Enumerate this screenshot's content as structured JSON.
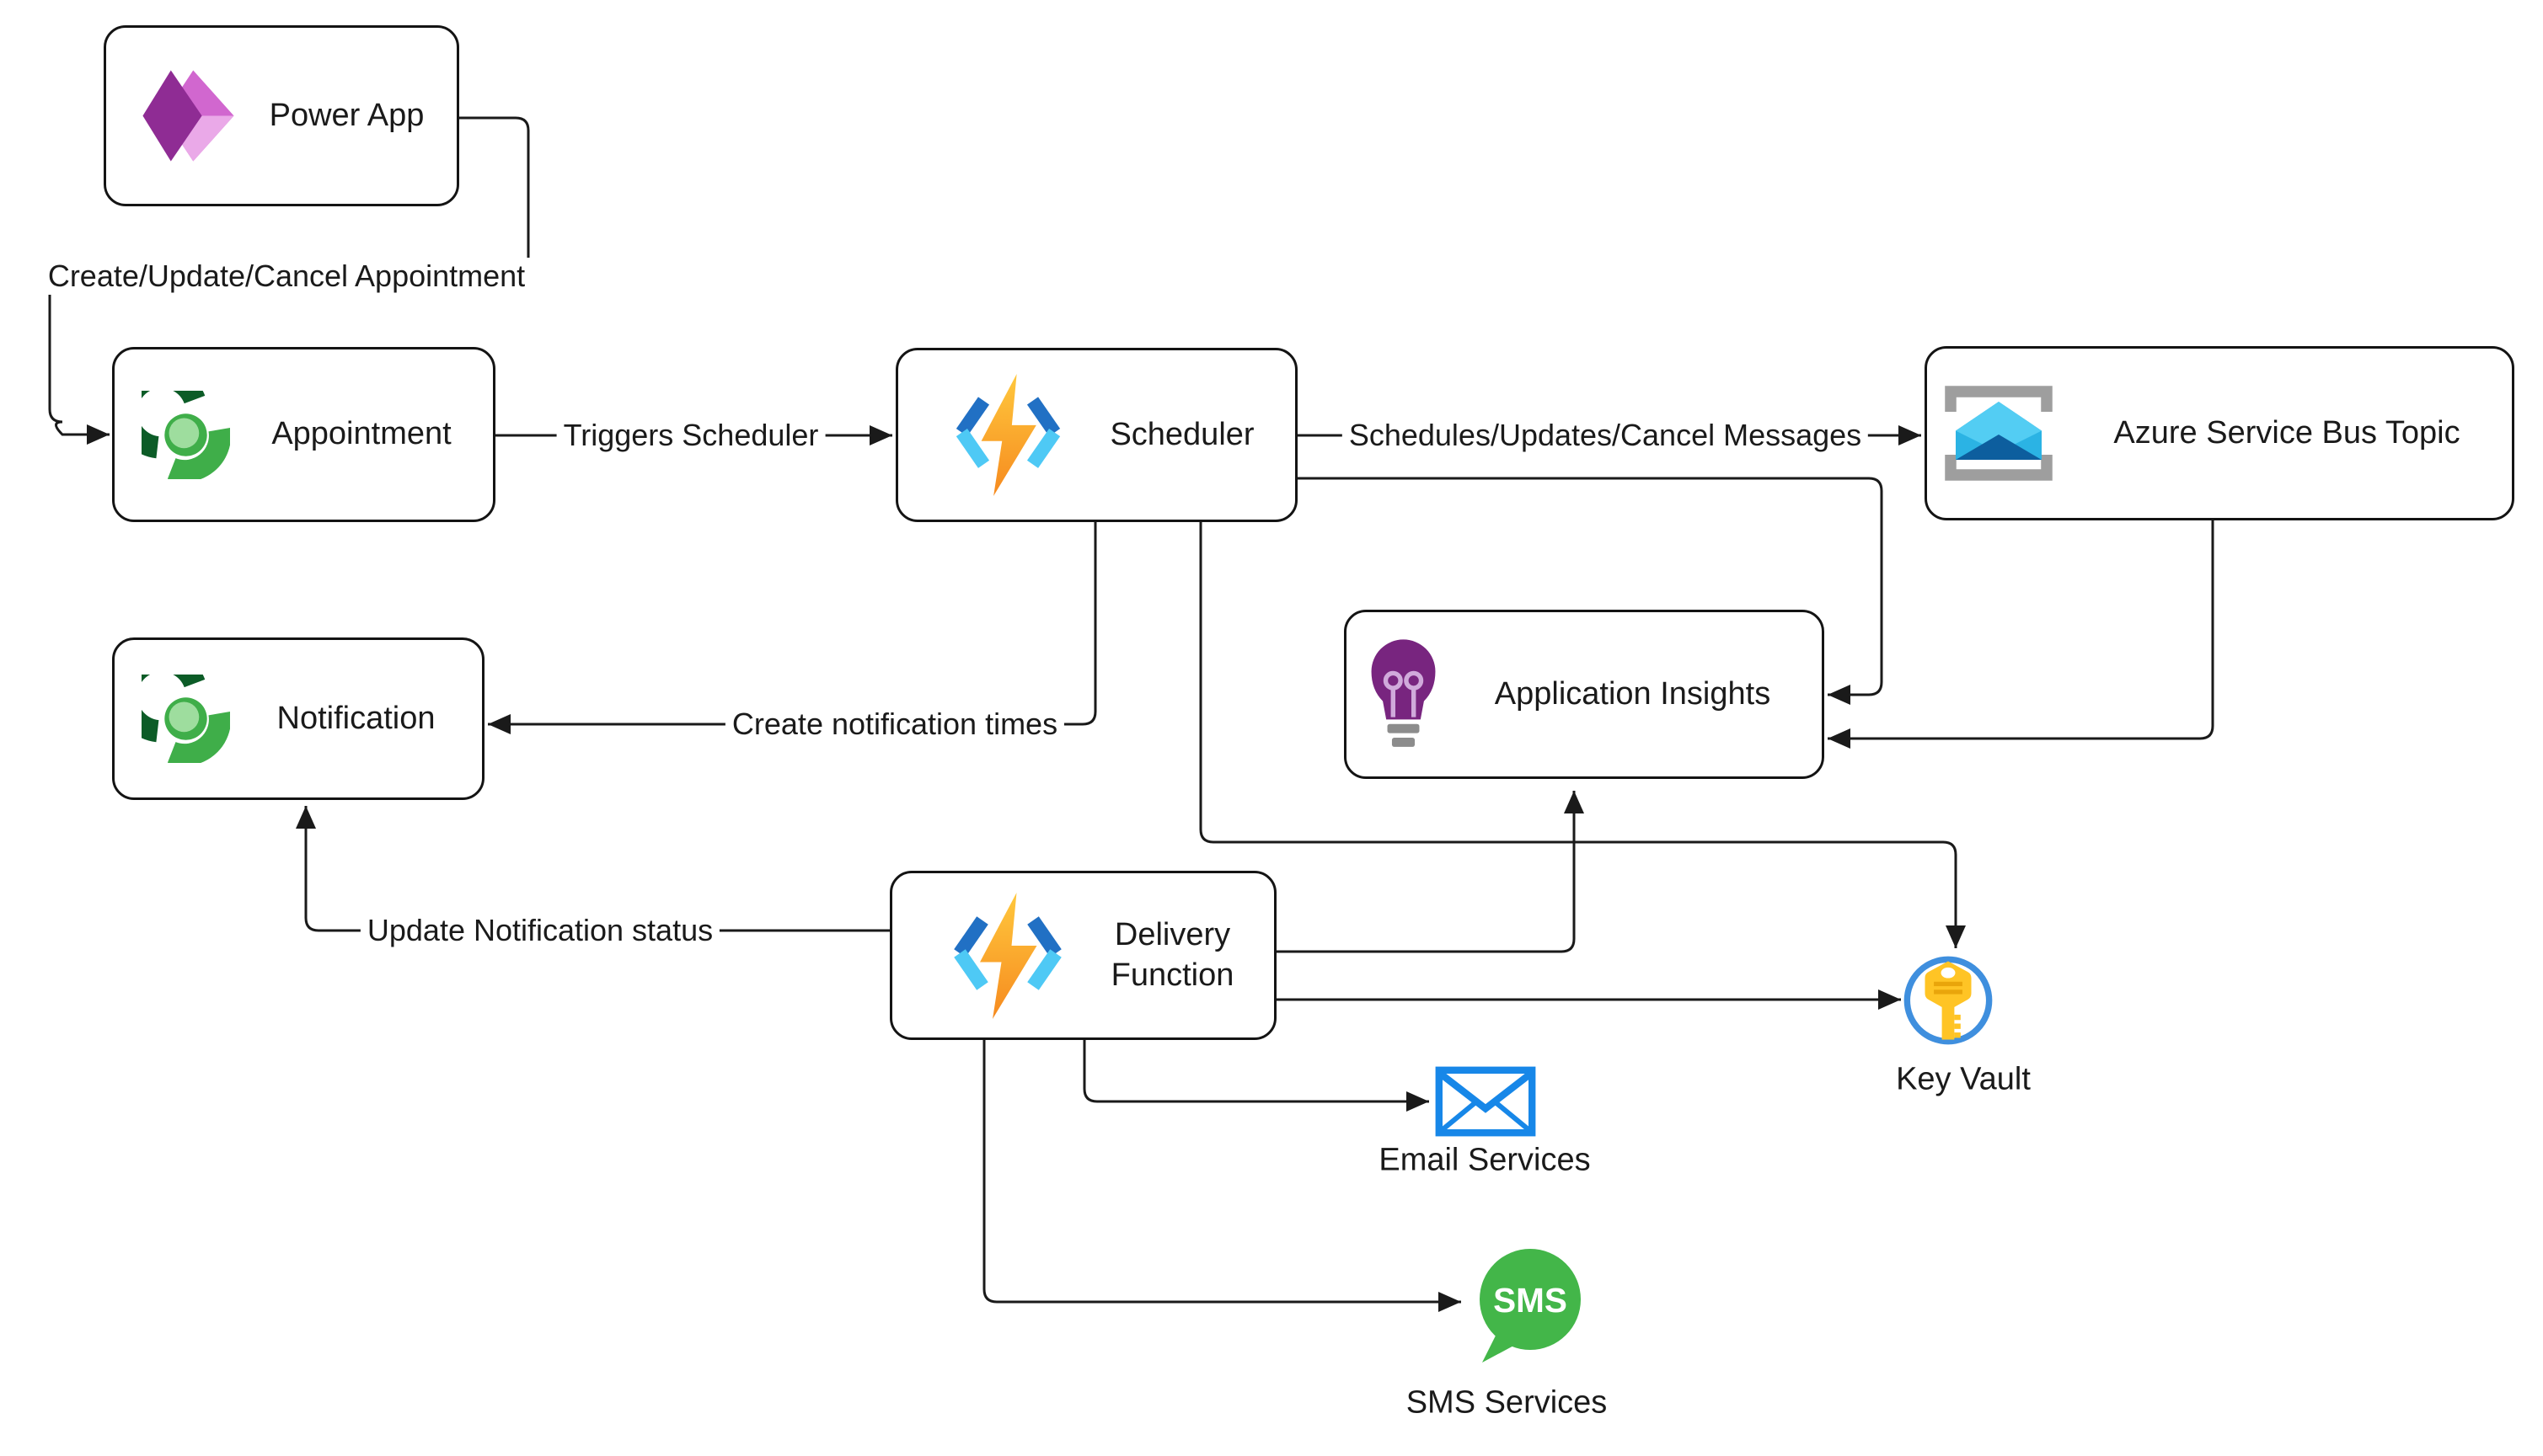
{
  "nodes": {
    "power_app": {
      "label": "Power App"
    },
    "appointment": {
      "label": "Appointment"
    },
    "scheduler": {
      "label": "Scheduler"
    },
    "service_bus_topic": {
      "label": "Azure Service Bus Topic"
    },
    "notification": {
      "label": "Notification"
    },
    "application_insights": {
      "label": "Application Insights"
    },
    "delivery_function": {
      "label": "Delivery Function"
    },
    "key_vault": {
      "label": "Key Vault"
    },
    "email_services": {
      "label": "Email Services"
    },
    "sms_services": {
      "label": "SMS Services",
      "badge": "SMS"
    }
  },
  "edges": {
    "create_update_cancel": {
      "label": "Create/Update/Cancel Appointment"
    },
    "triggers_scheduler": {
      "label": "Triggers Scheduler"
    },
    "schedules_updates_cancel": {
      "label": "Schedules/Updates/Cancel Messages"
    },
    "create_notification_times": {
      "label": "Create notification times"
    },
    "update_notification_status": {
      "label": "Update Notification status"
    }
  },
  "icons": {
    "power_app": "power-apps-diamonds-icon",
    "appointment": "dataverse-icon",
    "scheduler": "azure-function-icon",
    "service_bus_topic": "service-bus-topic-icon",
    "notification": "dataverse-icon",
    "application_insights": "application-insights-bulb-icon",
    "delivery_function": "azure-function-icon",
    "key_vault": "key-vault-icon",
    "email_services": "email-envelope-icon",
    "sms_services": "sms-bubble-icon"
  },
  "colors": {
    "stroke": "#1a1a1a",
    "power_dark": "#8f2c94",
    "power_mid": "#d167cf",
    "power_light": "#eaa9e8",
    "dataverse_dark": "#0c5c27",
    "dataverse_bright": "#3fae49",
    "dataverse_light": "#9edd9e",
    "func_bolt_top": "#ffc83d",
    "func_bolt_bottom": "#f68a1f",
    "func_bracket_dark": "#2170c4",
    "func_bracket_light": "#4ec9f5",
    "sb_bracket": "#9e9e9e",
    "sb_env_light": "#53cdf3",
    "sb_env_mid": "#2bb3e4",
    "sb_env_dark": "#0d5e9e",
    "ai_bulb": "#78257f",
    "ai_filament": "#d0aadb",
    "ai_base": "#8c8c8c",
    "kv_ring": "#3f8fde",
    "kv_key": "#ffc425",
    "kv_key_dark": "#e9a50b",
    "email_blue": "#1787e8",
    "sms_green": "#43b649",
    "sms_text": "#ffffff"
  }
}
